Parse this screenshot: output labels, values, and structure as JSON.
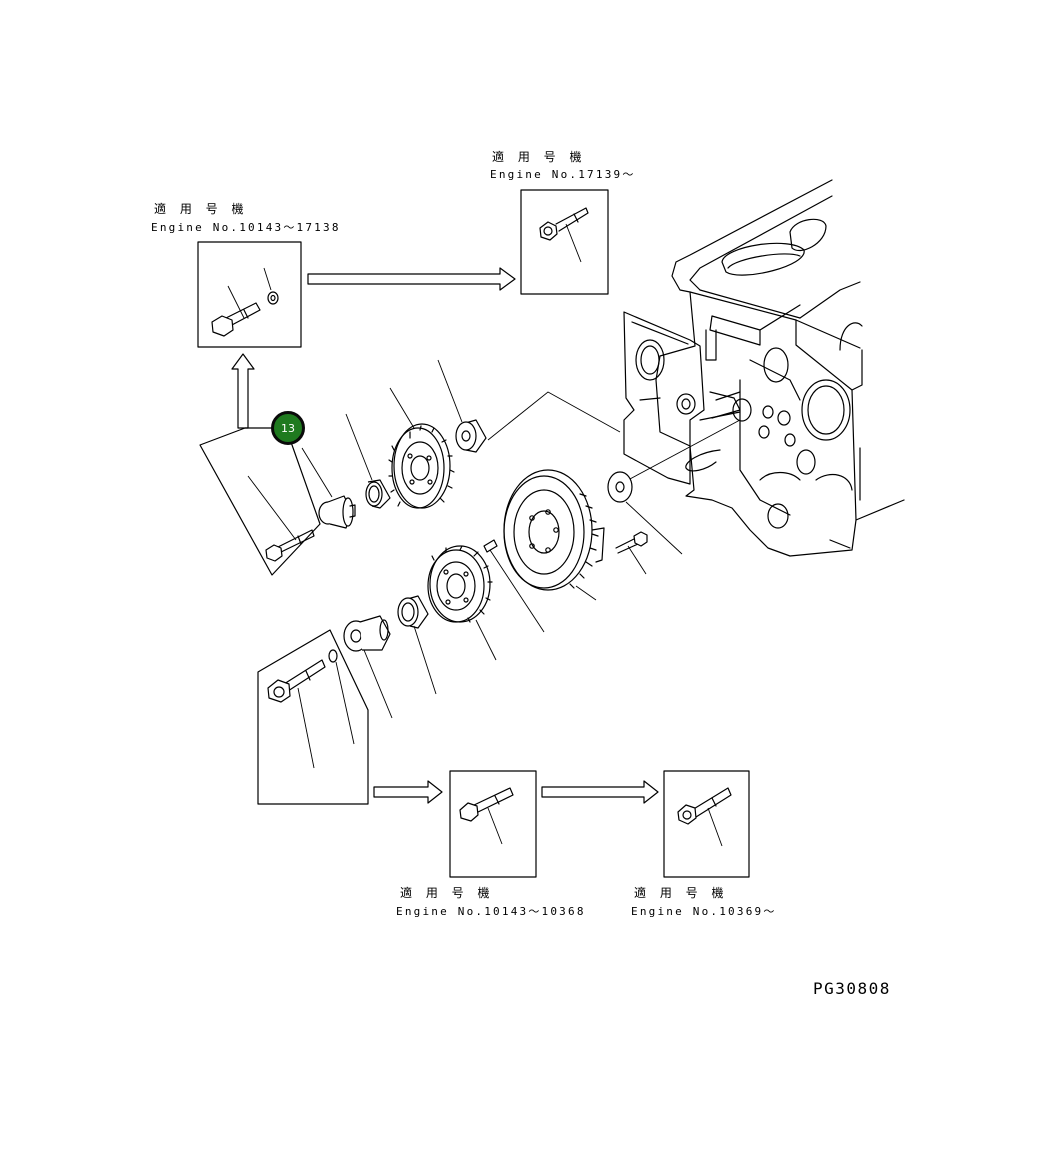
{
  "callout": {
    "number": "13",
    "color": "#1f7a1f"
  },
  "labels": {
    "top_right": {
      "jp": "適 用 号 機",
      "engine": "Engine No.17139～"
    },
    "top_left": {
      "jp": "適 用 号 機",
      "engine": "Engine No.10143～17138"
    },
    "bottom_mid": {
      "jp": "適 用 号 機",
      "engine": "Engine No.10143～10368"
    },
    "bottom_right": {
      "jp": "適 用 号 機",
      "engine": "Engine No.10369～"
    }
  },
  "drawing_code": "PG30808"
}
